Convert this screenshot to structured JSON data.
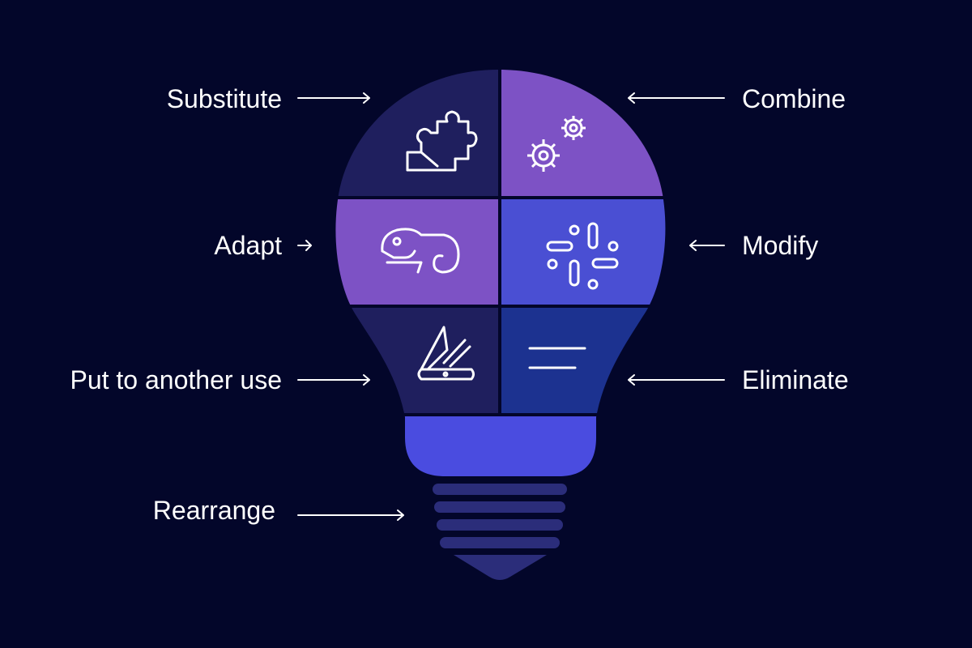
{
  "labels": {
    "substitute": "Substitute",
    "combine": "Combine",
    "adapt": "Adapt",
    "modify": "Modify",
    "put_to_another_use": "Put to another use",
    "eliminate": "Eliminate",
    "rearrange": "Rearrange"
  },
  "colors": {
    "background": "#03062a",
    "navy_panel": "#1f1f5e",
    "purple_panel": "#7d52c5",
    "blue_panel": "#4a4fd3",
    "deep_blue_panel": "#1c3290",
    "bulb_neck": "#4a4ce0",
    "base_ring": "#2b2d7a",
    "arrow": "#ffffff"
  },
  "icons": {
    "substitute": "puzzle-piece-icon",
    "combine": "gears-icon",
    "adapt": "chameleon-icon",
    "modify": "slack-like-icon",
    "put_to_another_use": "swiss-knife-icon",
    "eliminate": "lines-icon"
  }
}
